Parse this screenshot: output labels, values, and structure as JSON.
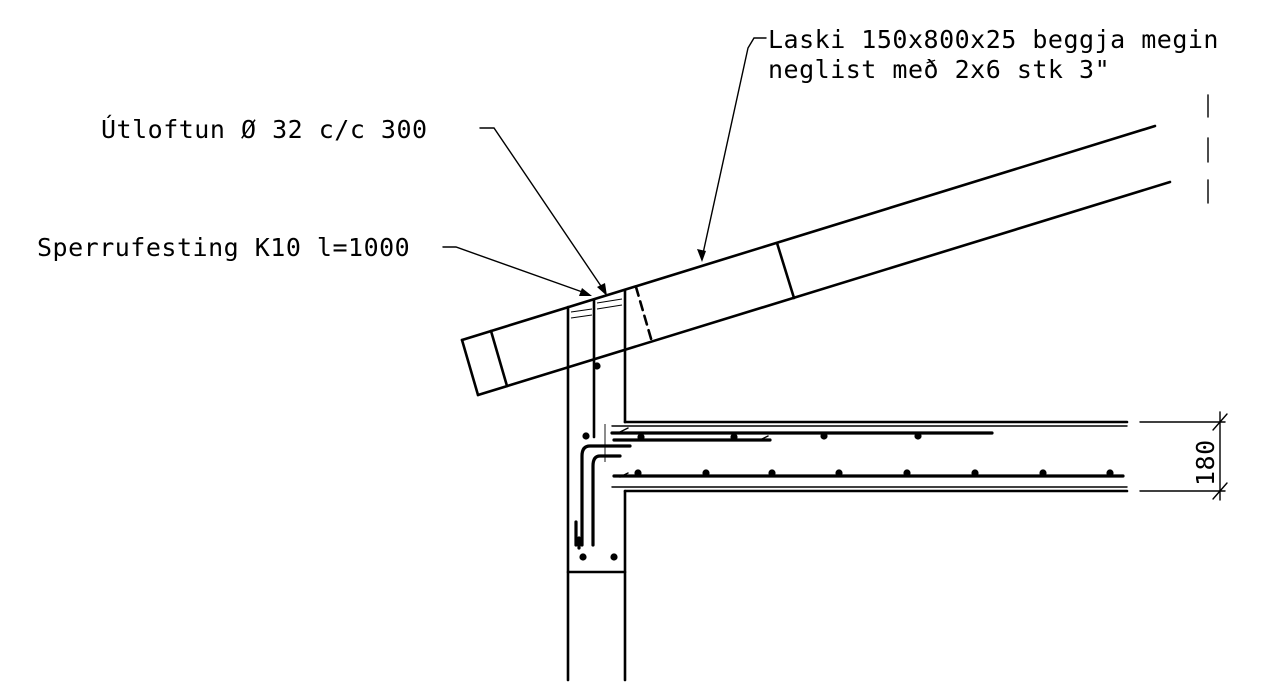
{
  "labels": {
    "lap_plate_line1": "Laski 150x800x25 beggja megin",
    "lap_plate_line2": "neglist með 2x6 stk 3\"",
    "ventilation": "Útloftun Ø 32 c/c 300",
    "rafter_fixing": "Sperrufesting K10 l=1000",
    "slab_thickness": "180"
  },
  "colors": {
    "line": "#000000",
    "background": "#ffffff"
  }
}
